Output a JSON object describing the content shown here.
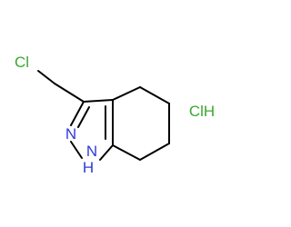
{
  "molecule": {
    "atom_labels": {
      "chlorine": "Cl",
      "n2": "N",
      "n1": "N",
      "n1_h": "H",
      "salt": "ClH"
    },
    "colors": {
      "chlorine": "#3aa832",
      "nitrogen": "#2c3cd6",
      "bond": "#000000"
    }
  }
}
